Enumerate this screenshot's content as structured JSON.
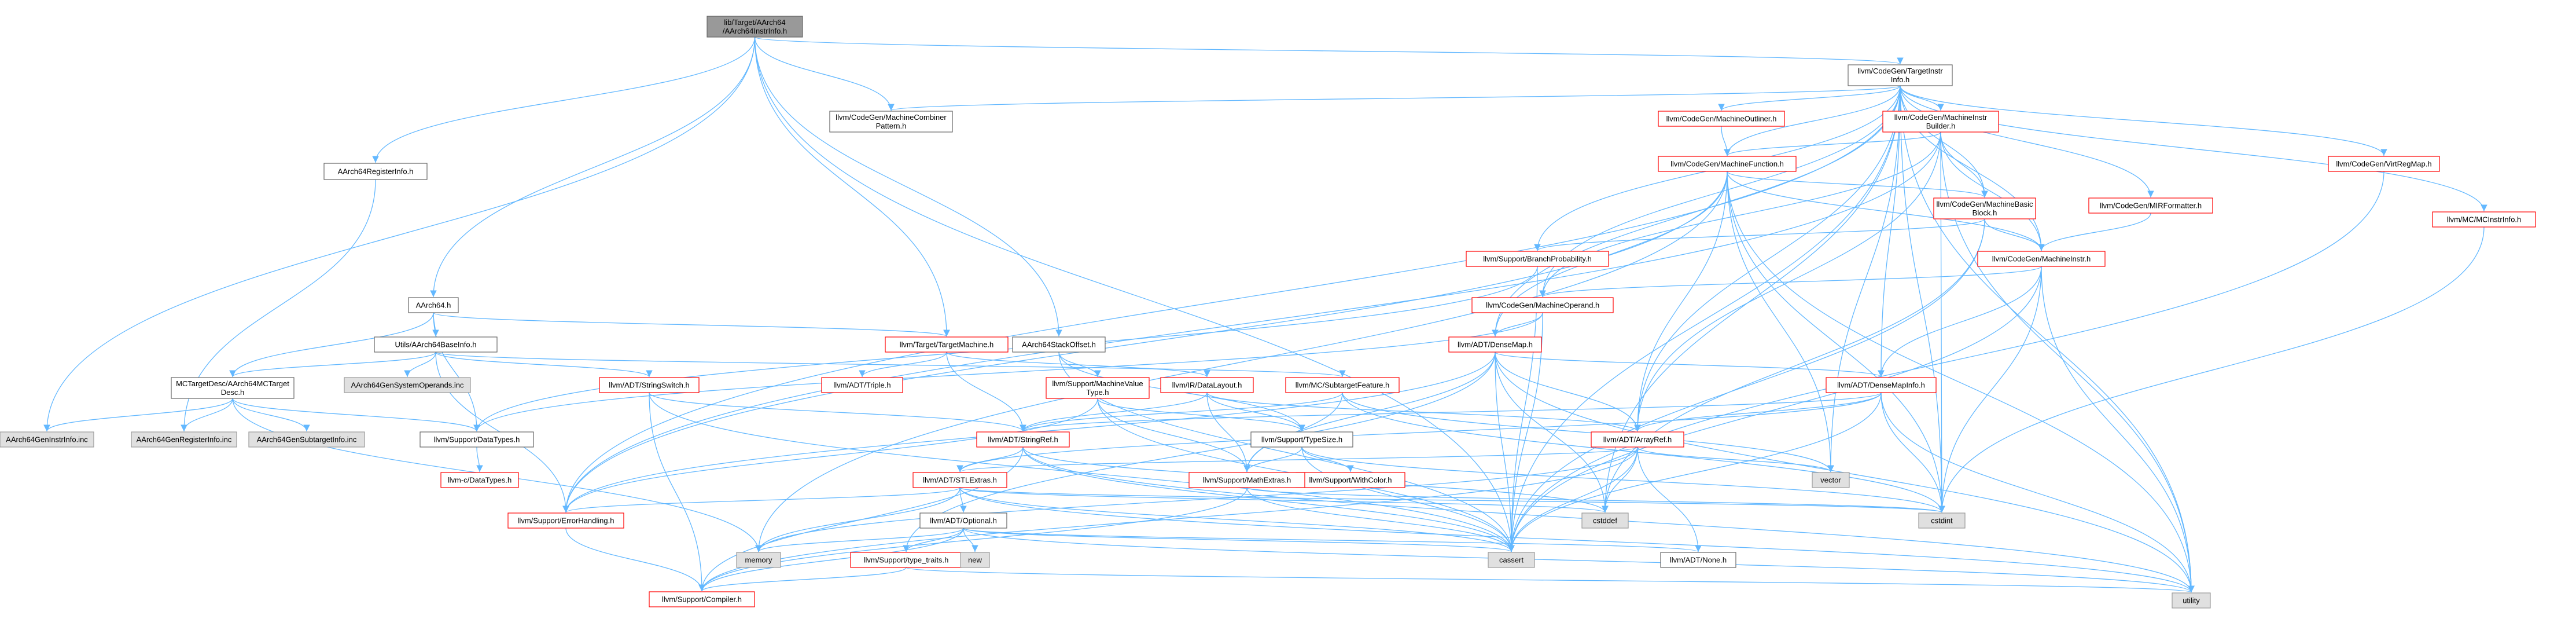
{
  "colors": {
    "edge": "#63b8ff",
    "root_fill": "#999999",
    "normal_border": "#666666",
    "link_border": "#ff0000",
    "system_fill": "#e0e0e0",
    "system_border": "#999999",
    "text": "#000000"
  },
  "nodes": [
    {
      "id": "root",
      "lines": [
        "lib/Target/AArch64",
        "/AArch64InstrInfo.h"
      ],
      "kind": "root"
    },
    {
      "id": "ti",
      "lines": [
        "llvm/CodeGen/TargetInstr",
        "Info.h"
      ],
      "kind": "normal"
    },
    {
      "id": "ari",
      "lines": [
        "AArch64RegisterInfo.h"
      ],
      "kind": "normal"
    },
    {
      "id": "mcp",
      "lines": [
        "llvm/CodeGen/MachineCombiner",
        "Pattern.h"
      ],
      "kind": "normal"
    },
    {
      "id": "a64",
      "lines": [
        "AArch64.h"
      ],
      "kind": "normal"
    },
    {
      "id": "utils",
      "lines": [
        "Utils/AArch64BaseInfo.h"
      ],
      "kind": "normal"
    },
    {
      "id": "mcdesc",
      "lines": [
        "MCTargetDesc/AArch64MCTarget",
        "Desc.h"
      ],
      "kind": "normal"
    },
    {
      "id": "sysops",
      "lines": [
        "AArch64GenSystemOperands.inc"
      ],
      "kind": "system"
    },
    {
      "id": "geninstr",
      "lines": [
        "AArch64GenInstrInfo.inc"
      ],
      "kind": "system"
    },
    {
      "id": "genreg",
      "lines": [
        "AArch64GenRegisterInfo.inc"
      ],
      "kind": "system"
    },
    {
      "id": "gensub",
      "lines": [
        "AArch64GenSubtargetInfo.inc"
      ],
      "kind": "system"
    },
    {
      "id": "dtypes",
      "lines": [
        "llvm/Support/DataTypes.h"
      ],
      "kind": "normal"
    },
    {
      "id": "cdt",
      "lines": [
        "llvm-c/DataTypes.h"
      ],
      "kind": "link"
    },
    {
      "id": "strswitch",
      "lines": [
        "llvm/ADT/StringSwitch.h"
      ],
      "kind": "link"
    },
    {
      "id": "tm",
      "lines": [
        "llvm/Target/TargetMachine.h"
      ],
      "kind": "link"
    },
    {
      "id": "triple",
      "lines": [
        "llvm/ADT/Triple.h"
      ],
      "kind": "link"
    },
    {
      "id": "sso",
      "lines": [
        "AArch64StackOffset.h"
      ],
      "kind": "normal"
    },
    {
      "id": "mvt",
      "lines": [
        "llvm/Support/MachineValue",
        "Type.h"
      ],
      "kind": "link"
    },
    {
      "id": "dl",
      "lines": [
        "llvm/IR/DataLayout.h"
      ],
      "kind": "link"
    },
    {
      "id": "subf",
      "lines": [
        "llvm/MC/SubtargetFeature.h"
      ],
      "kind": "link"
    },
    {
      "id": "ts",
      "lines": [
        "llvm/Support/TypeSize.h"
      ],
      "kind": "normal"
    },
    {
      "id": "wc",
      "lines": [
        "llvm/Support/WithColor.h"
      ],
      "kind": "link"
    },
    {
      "id": "sref",
      "lines": [
        "llvm/ADT/StringRef.h"
      ],
      "kind": "link"
    },
    {
      "id": "stlx",
      "lines": [
        "llvm/ADT/STLExtras.h"
      ],
      "kind": "link"
    },
    {
      "id": "opt",
      "lines": [
        "llvm/ADT/Optional.h"
      ],
      "kind": "normal"
    },
    {
      "id": "tt",
      "lines": [
        "llvm/Support/type_traits.h"
      ],
      "kind": "link"
    },
    {
      "id": "comp",
      "lines": [
        "llvm/Support/Compiler.h"
      ],
      "kind": "link"
    },
    {
      "id": "eh",
      "lines": [
        "llvm/Support/ErrorHandling.h"
      ],
      "kind": "link"
    },
    {
      "id": "mem",
      "lines": [
        "memory"
      ],
      "kind": "system"
    },
    {
      "id": "new",
      "lines": [
        "new"
      ],
      "kind": "system"
    },
    {
      "id": "cassert",
      "lines": [
        "cassert"
      ],
      "kind": "system"
    },
    {
      "id": "none",
      "lines": [
        "llvm/ADT/None.h"
      ],
      "kind": "normal"
    },
    {
      "id": "util",
      "lines": [
        "utility"
      ],
      "kind": "system"
    },
    {
      "id": "mex",
      "lines": [
        "llvm/Support/MathExtras.h"
      ],
      "kind": "link"
    },
    {
      "id": "cstddef",
      "lines": [
        "cstddef"
      ],
      "kind": "system"
    },
    {
      "id": "cstdint",
      "lines": [
        "cstdint"
      ],
      "kind": "system"
    },
    {
      "id": "aref",
      "lines": [
        "llvm/ADT/ArrayRef.h"
      ],
      "kind": "link"
    },
    {
      "id": "vec",
      "lines": [
        "vector"
      ],
      "kind": "system"
    },
    {
      "id": "dm",
      "lines": [
        "llvm/ADT/DenseMap.h"
      ],
      "kind": "link"
    },
    {
      "id": "dmi",
      "lines": [
        "llvm/ADT/DenseMapInfo.h"
      ],
      "kind": "link"
    },
    {
      "id": "mo",
      "lines": [
        "llvm/CodeGen/MachineOperand.h"
      ],
      "kind": "link"
    },
    {
      "id": "bp",
      "lines": [
        "llvm/Support/BranchProbability.h"
      ],
      "kind": "link"
    },
    {
      "id": "mf",
      "lines": [
        "llvm/CodeGen/MachineFunction.h"
      ],
      "kind": "link"
    },
    {
      "id": "mol",
      "lines": [
        "llvm/CodeGen/MachineOutliner.h"
      ],
      "kind": "link"
    },
    {
      "id": "mib",
      "lines": [
        "llvm/CodeGen/MachineInstr",
        "Builder.h"
      ],
      "kind": "link"
    },
    {
      "id": "mbb",
      "lines": [
        "llvm/CodeGen/MachineBasic",
        "Block.h"
      ],
      "kind": "link"
    },
    {
      "id": "mi",
      "lines": [
        "llvm/CodeGen/MachineInstr.h"
      ],
      "kind": "link"
    },
    {
      "id": "mirf",
      "lines": [
        "llvm/CodeGen/MIRFormatter.h"
      ],
      "kind": "link"
    },
    {
      "id": "vrm",
      "lines": [
        "llvm/CodeGen/VirtRegMap.h"
      ],
      "kind": "link"
    },
    {
      "id": "mcii",
      "lines": [
        "llvm/MC/MCInstrInfo.h"
      ],
      "kind": "link"
    }
  ],
  "edges": [
    [
      "root",
      "ti"
    ],
    [
      "root",
      "ari"
    ],
    [
      "root",
      "mcp"
    ],
    [
      "root",
      "a64"
    ],
    [
      "root",
      "geninstr"
    ],
    [
      "root",
      "sso"
    ],
    [
      "root",
      "tm"
    ],
    [
      "root",
      "cassert"
    ],
    [
      "ari",
      "genreg"
    ],
    [
      "a64",
      "utils"
    ],
    [
      "a64",
      "mcdesc"
    ],
    [
      "a64",
      "dtypes"
    ],
    [
      "a64",
      "tm"
    ],
    [
      "utils",
      "mcdesc"
    ],
    [
      "utils",
      "sysops"
    ],
    [
      "utils",
      "strswitch"
    ],
    [
      "utils",
      "subf"
    ],
    [
      "utils",
      "eh"
    ],
    [
      "mcdesc",
      "geninstr"
    ],
    [
      "mcdesc",
      "genreg"
    ],
    [
      "mcdesc",
      "gensub"
    ],
    [
      "mcdesc",
      "dtypes"
    ],
    [
      "mcdesc",
      "mem"
    ],
    [
      "dtypes",
      "cdt"
    ],
    [
      "strswitch",
      "sref"
    ],
    [
      "strswitch",
      "comp"
    ],
    [
      "strswitch",
      "cassert"
    ],
    [
      "strswitch",
      "cstring_dummy"
    ],
    [
      "tm",
      "triple"
    ],
    [
      "tm",
      "sref"
    ],
    [
      "tm",
      "dl"
    ],
    [
      "sso",
      "mvt"
    ],
    [
      "sso",
      "ts"
    ],
    [
      "sso",
      "cassert"
    ],
    [
      "mvt",
      "eh"
    ],
    [
      "mvt",
      "mex"
    ],
    [
      "mvt",
      "ts"
    ],
    [
      "mvt",
      "cassert"
    ],
    [
      "dl",
      "sref"
    ],
    [
      "dl",
      "ts"
    ],
    [
      "dl",
      "mex"
    ],
    [
      "dl",
      "aref"
    ],
    [
      "subf",
      "sref"
    ],
    [
      "subf",
      "mex"
    ],
    [
      "subf",
      "cstdint"
    ],
    [
      "subf",
      "vec"
    ],
    [
      "ts",
      "mex"
    ],
    [
      "ts",
      "wc"
    ],
    [
      "ts",
      "cassert"
    ],
    [
      "ts",
      "cstdint"
    ],
    [
      "sref",
      "stlx"
    ],
    [
      "sref",
      "comp"
    ],
    [
      "sref",
      "cstddef"
    ],
    [
      "sref",
      "cassert"
    ],
    [
      "sref",
      "util"
    ],
    [
      "stlx",
      "opt"
    ],
    [
      "stlx",
      "eh"
    ],
    [
      "stlx",
      "mem"
    ],
    [
      "stlx",
      "cassert"
    ],
    [
      "stlx",
      "cstddef"
    ],
    [
      "stlx",
      "cstdint"
    ],
    [
      "stlx",
      "util"
    ],
    [
      "opt",
      "none"
    ],
    [
      "opt",
      "comp"
    ],
    [
      "opt",
      "tt"
    ],
    [
      "opt",
      "mem"
    ],
    [
      "opt",
      "new"
    ],
    [
      "opt",
      "cassert"
    ],
    [
      "opt",
      "util"
    ],
    [
      "tt",
      "comp"
    ],
    [
      "tt",
      "util"
    ],
    [
      "eh",
      "comp"
    ],
    [
      "mex",
      "comp"
    ],
    [
      "mex",
      "cassert"
    ],
    [
      "mex",
      "cstdint"
    ],
    [
      "aref",
      "none"
    ],
    [
      "aref",
      "stlx"
    ],
    [
      "aref",
      "comp"
    ],
    [
      "aref",
      "cassert"
    ],
    [
      "aref",
      "cstddef"
    ],
    [
      "aref",
      "mem"
    ],
    [
      "aref",
      "vec"
    ],
    [
      "dm",
      "dmi"
    ],
    [
      "dm",
      "aref"
    ],
    [
      "dm",
      "eh"
    ],
    [
      "dm",
      "mex"
    ],
    [
      "dm",
      "tt"
    ],
    [
      "dm",
      "cassert"
    ],
    [
      "dm",
      "cstddef"
    ],
    [
      "dm",
      "util"
    ],
    [
      "dmi",
      "sref"
    ],
    [
      "dmi",
      "stlx"
    ],
    [
      "dmi",
      "cassert"
    ],
    [
      "dmi",
      "cstdint"
    ],
    [
      "dmi",
      "util"
    ],
    [
      "dmi",
      "aref"
    ],
    [
      "mo",
      "dm"
    ],
    [
      "mo",
      "dtypes"
    ],
    [
      "mo",
      "cassert"
    ],
    [
      "bp",
      "dtypes"
    ],
    [
      "bp",
      "cassert"
    ],
    [
      "mf",
      "mbb"
    ],
    [
      "mf",
      "mi"
    ],
    [
      "mf",
      "dm"
    ],
    [
      "mf",
      "aref"
    ],
    [
      "mf",
      "eh"
    ],
    [
      "mf",
      "mem"
    ],
    [
      "mf",
      "util"
    ],
    [
      "mf",
      "vec"
    ],
    [
      "mf",
      "cstdint"
    ],
    [
      "mol",
      "mf"
    ],
    [
      "mib",
      "mf"
    ],
    [
      "mib",
      "mbb"
    ],
    [
      "mib",
      "mi"
    ],
    [
      "mib",
      "mo"
    ],
    [
      "mib",
      "aref"
    ],
    [
      "mib",
      "cstdint"
    ],
    [
      "mib",
      "util"
    ],
    [
      "mib",
      "eh"
    ],
    [
      "mbb",
      "mi"
    ],
    [
      "mbb",
      "bp"
    ],
    [
      "mbb",
      "cassert"
    ],
    [
      "mbb",
      "cstddef"
    ],
    [
      "mi",
      "mo"
    ],
    [
      "mi",
      "dmi"
    ],
    [
      "mi",
      "cstdint"
    ],
    [
      "mi",
      "util"
    ],
    [
      "mi",
      "cassert"
    ],
    [
      "mirf",
      "mi"
    ],
    [
      "vrm",
      "cassert"
    ],
    [
      "mcii",
      "cstdint"
    ],
    [
      "ti",
      "mcp"
    ],
    [
      "ti",
      "mib"
    ],
    [
      "ti",
      "mol"
    ],
    [
      "ti",
      "mf"
    ],
    [
      "ti",
      "mbb"
    ],
    [
      "ti",
      "mi"
    ],
    [
      "ti",
      "mirf"
    ],
    [
      "ti",
      "vrm"
    ],
    [
      "ti",
      "mcii"
    ],
    [
      "ti",
      "mo"
    ],
    [
      "ti",
      "bp"
    ],
    [
      "ti",
      "dm"
    ],
    [
      "ti",
      "dmi"
    ],
    [
      "ti",
      "aref"
    ],
    [
      "ti",
      "eh"
    ],
    [
      "ti",
      "cassert"
    ],
    [
      "ti",
      "cstddef"
    ],
    [
      "ti",
      "cstdint"
    ],
    [
      "ti",
      "util"
    ],
    [
      "ti",
      "vec"
    ]
  ]
}
